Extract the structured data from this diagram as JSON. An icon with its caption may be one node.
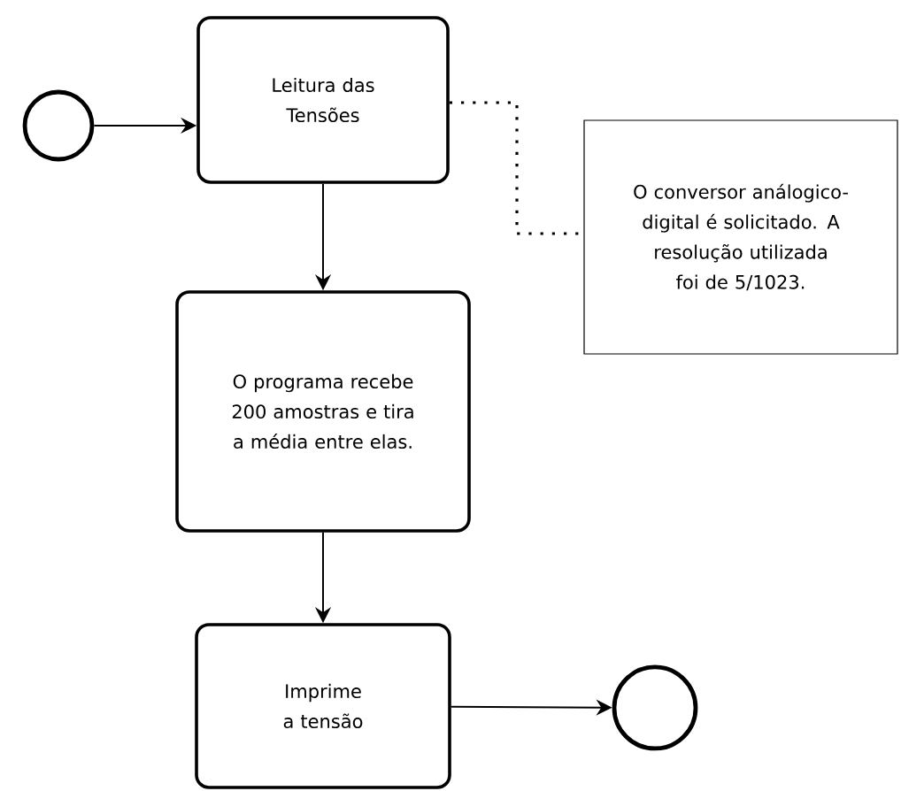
{
  "diagram": {
    "nodes": [
      {
        "text": [],
        "shape": "circle"
      },
      {
        "text": [
          "Leitura das Tensões"
        ]
      },
      {
        "text": [
          "O conversor análogico-digital é solicitado. A resolução utilizada foi de 5/1023."
        ]
      },
      {
        "text": [
          "O programa recebe 200 amostras e tira a média entre elas."
        ]
      },
      {
        "text": [
          "Imprime a tensão"
        ]
      },
      {
        "text": [],
        "shape": "circle"
      }
    ],
    "edges": [
      {
        "from": 0,
        "to": 1,
        "arrow": "to"
      },
      {
        "from": 1,
        "to": 2,
        "arrow": "none",
        "style": "dashed"
      },
      {
        "from": 1,
        "to": 3,
        "arrow": "to"
      },
      {
        "from": 3,
        "to": 4,
        "arrow": "to"
      },
      {
        "from": 4,
        "to": 5,
        "arrow": "to"
      }
    ]
  }
}
